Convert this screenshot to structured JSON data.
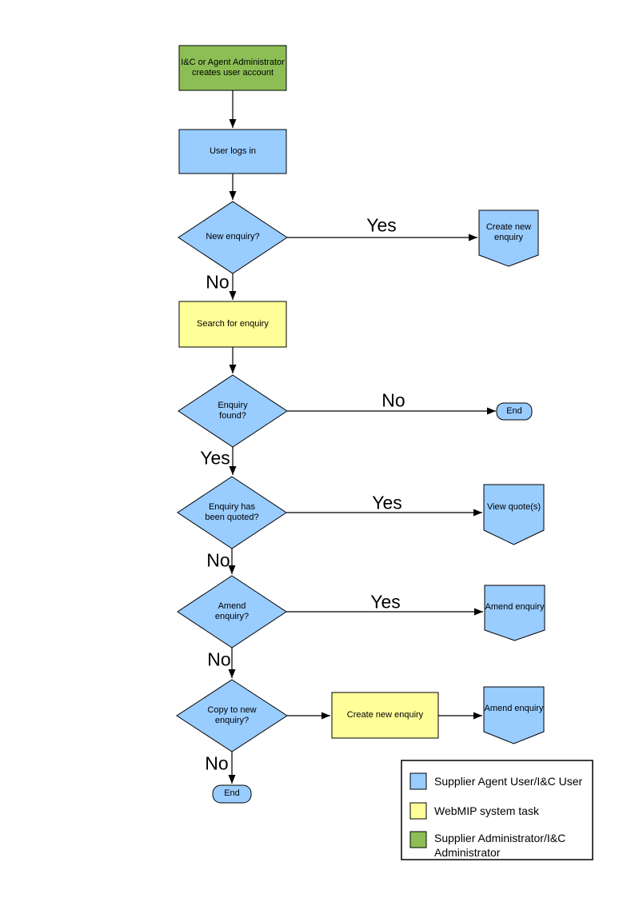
{
  "colors": {
    "user_task_fill": "#99CCFF",
    "system_task_fill": "#FFFF99",
    "admin_fill": "#8CBE55",
    "outline": "#000000"
  },
  "nodes": {
    "create_account": "I&C or Agent Administrator creates user account",
    "user_logs_in": "User logs in",
    "new_enquiry_q": "New enquiry?",
    "create_new_enquiry_banner": "Create new enquiry",
    "search_for_enquiry": "Search for enquiry",
    "enquiry_found_q": "Enquiry found?",
    "end_top": "End",
    "enquiry_quoted_q": "Enquiry has been quoted?",
    "view_quotes_banner": "View quote(s)",
    "amend_enquiry_q": "Amend enquiry?",
    "amend_enquiry_banner_1": "Amend enquiry",
    "copy_to_new_q": "Copy to new enquiry?",
    "create_new_enquiry_task": "Create new enquiry",
    "amend_enquiry_banner_2": "Amend enquiry",
    "end_bottom": "End"
  },
  "edge_labels": {
    "new_enquiry_yes": "Yes",
    "new_enquiry_no": "No",
    "enquiry_found_no": "No",
    "enquiry_found_yes": "Yes",
    "enquiry_quoted_yes": "Yes",
    "enquiry_quoted_no": "No",
    "amend_enquiry_yes": "Yes",
    "amend_enquiry_no": "No",
    "copy_to_new_no": "No"
  },
  "legend": {
    "items": [
      {
        "swatch": "#99CCFF",
        "label": "Supplier Agent User/I&C User"
      },
      {
        "swatch": "#FFFF99",
        "label": "WebMIP system task"
      },
      {
        "swatch": "#8CBE55",
        "label": "Supplier Administrator/I&C Administrator"
      }
    ]
  }
}
